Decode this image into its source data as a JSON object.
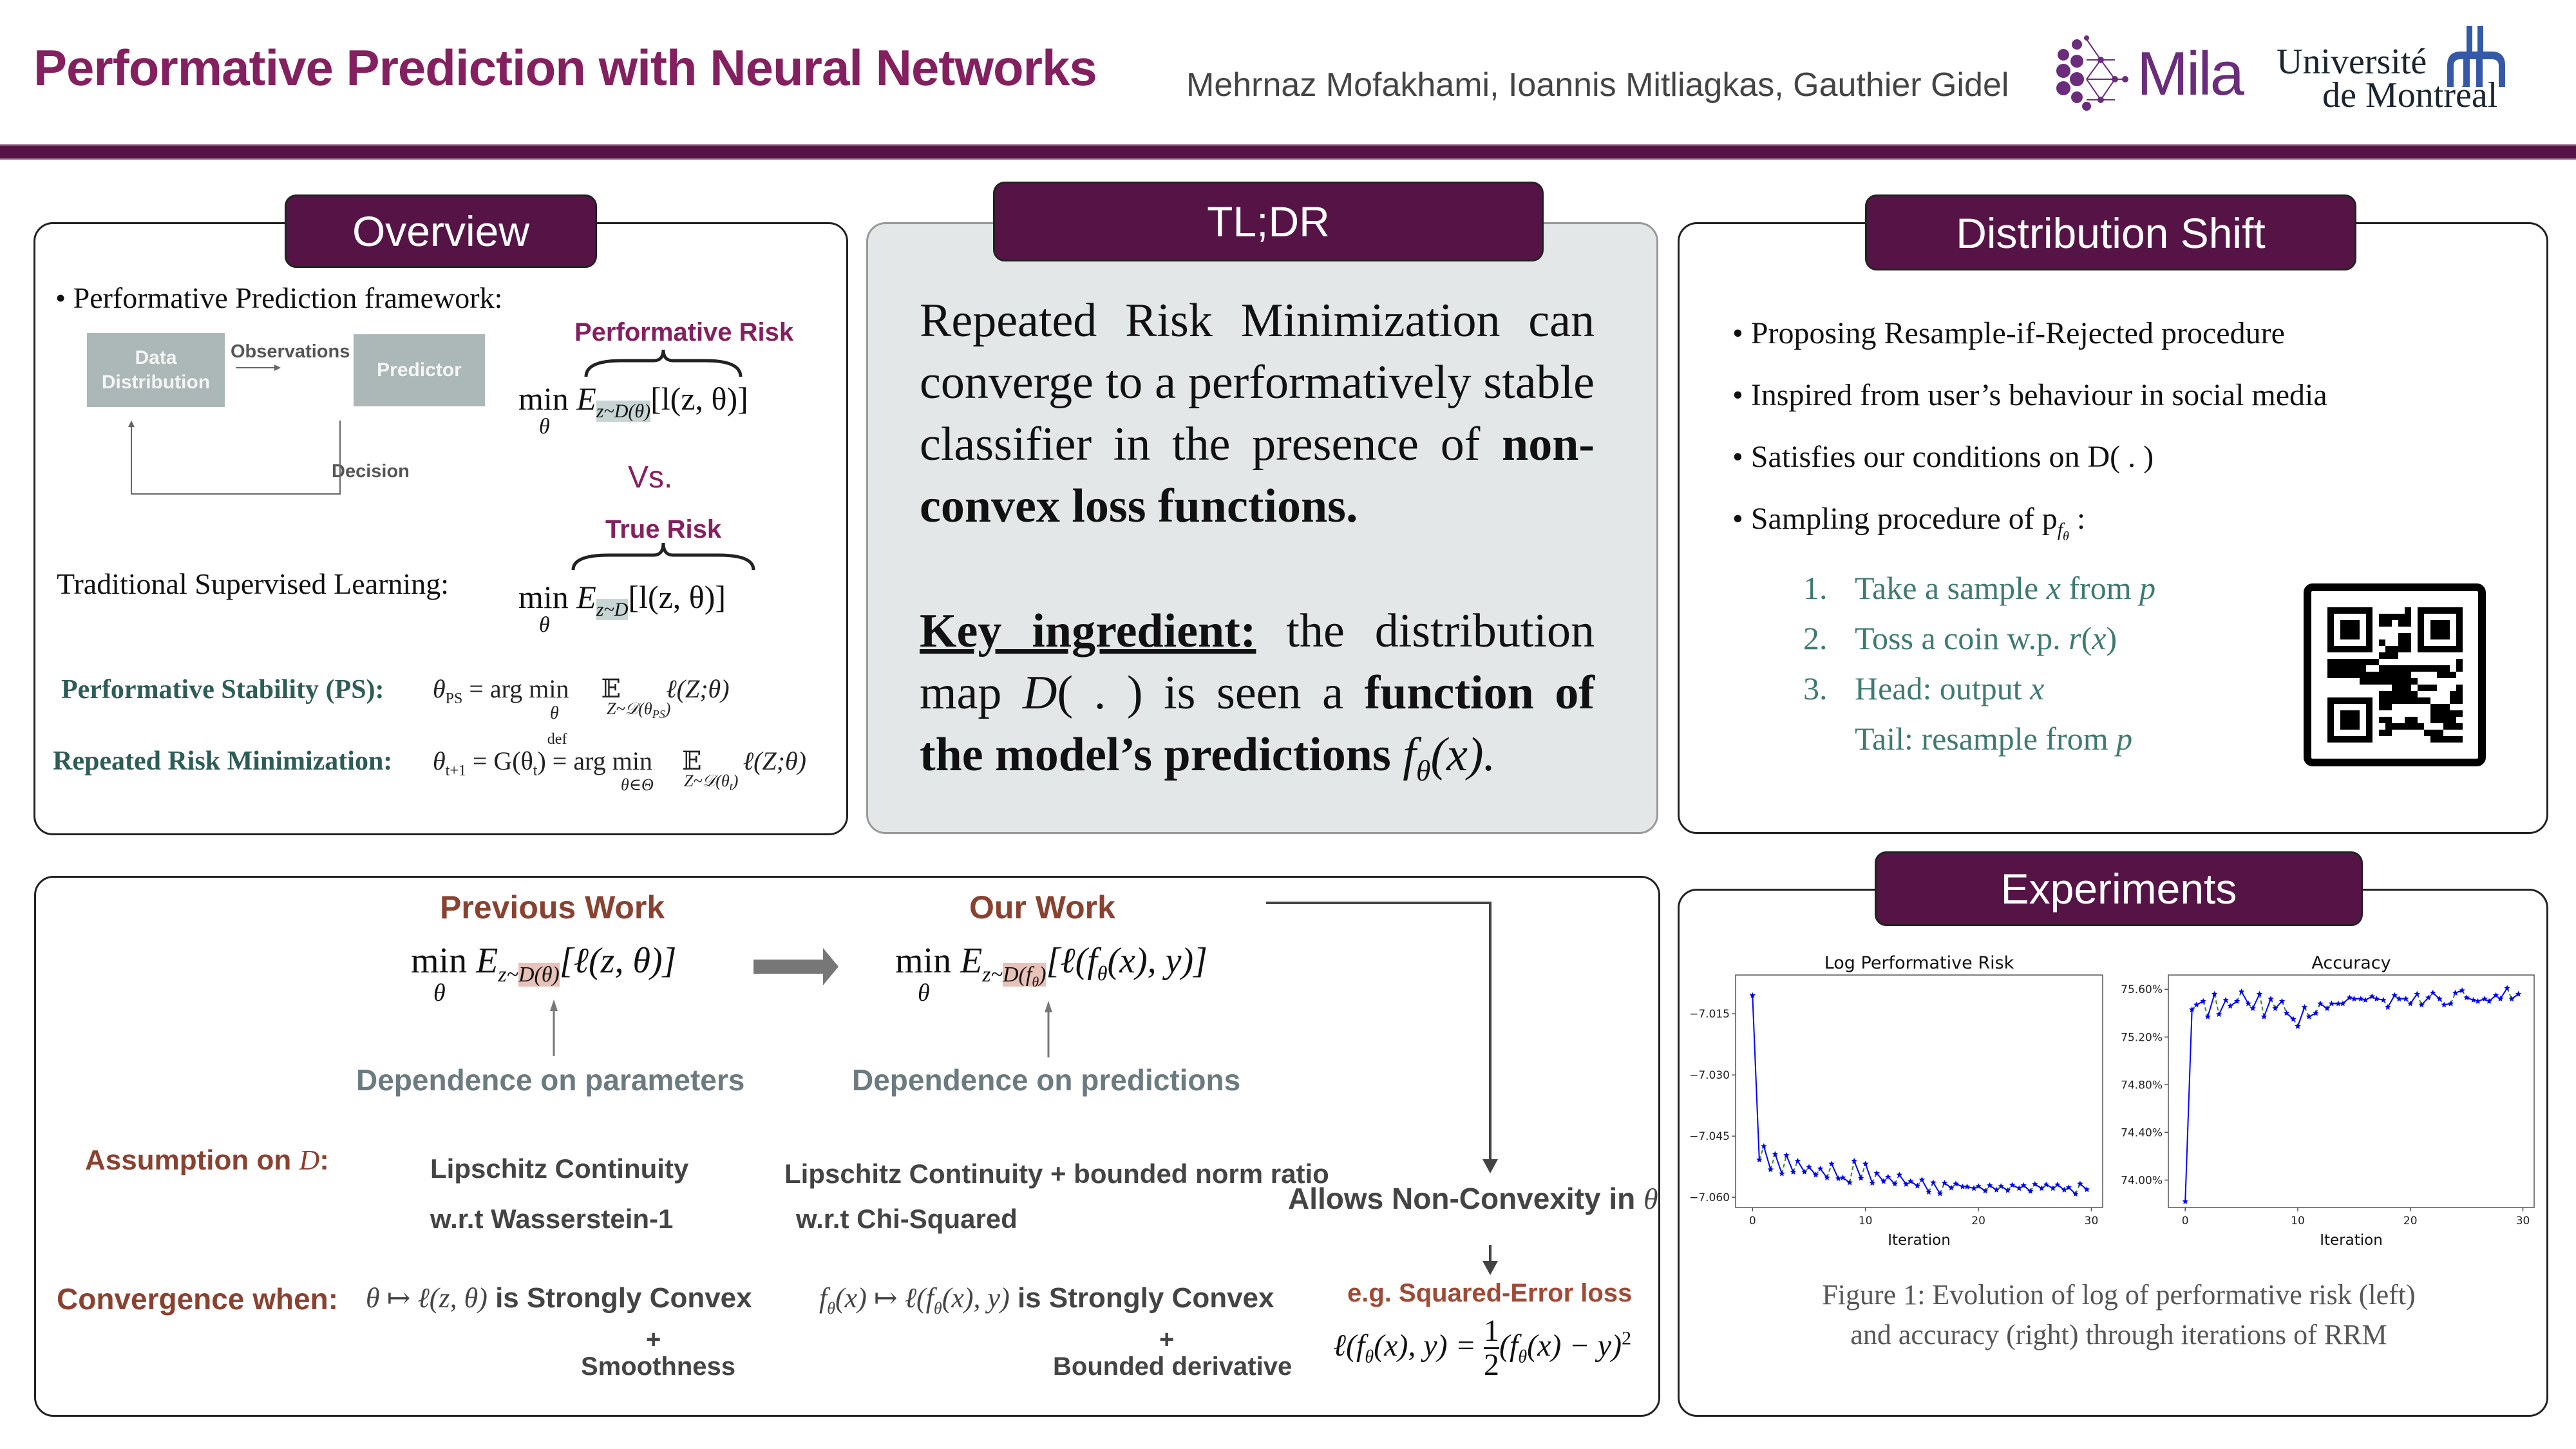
{
  "header": {
    "title": "Performative Prediction with Neural Networks",
    "authors": "Mehrnaz Mofakhami, Ioannis Mitliagkas, Gauthier Gidel",
    "logos": {
      "mila": "Mila",
      "udem_line1": "Université",
      "udem_line2": "de Montréal"
    },
    "colors": {
      "brand": "#561446",
      "title": "#84205f"
    }
  },
  "overview": {
    "heading": "Overview",
    "bullet1": "Performative Prediction framework:",
    "diagram": {
      "box1_line1": "Data",
      "box1_line2": "Distribution",
      "box2": "Predictor",
      "arrow_top": "Observations",
      "arrow_bottom": "Decision"
    },
    "performative_risk_label": "Performative Risk",
    "performative_formula": {
      "min": "min",
      "var": "θ",
      "E": "E",
      "sub": "z~D(θ)",
      "body": "[l(z, θ)]"
    },
    "vs": "Vs.",
    "true_risk_label": "True Risk",
    "traditional_label": "Traditional Supervised Learning:",
    "true_formula": {
      "min": "min",
      "var": "θ",
      "E": "E",
      "sub": "z~D",
      "body": "[l(z, θ)]"
    },
    "ps_label": "Performative Stability (PS):",
    "ps_formula": "θ_PS = arg min_θ  E_{Z~D(θ_PS)} ℓ(Z;θ)",
    "ps_parts": {
      "lhs": "θ",
      "lhs_sub": "PS",
      "eq": " = arg min ",
      "under": "θ",
      "E": "𝔼",
      "E_sub": "Z~𝒟(θ",
      "E_sub2": "PS",
      "E_close": ")",
      "rhs": "ℓ(Z;θ)"
    },
    "rrm_label": "Repeated Risk Minimization:",
    "rrm_parts": {
      "lhs": "θ",
      "lhs_sub": "t+1",
      "eq": " = G(θ",
      "eq_sub": "t",
      "eq_close": ")",
      "def": "def",
      "eq2": "=",
      "argmin": " arg min ",
      "under": "θ∈Θ",
      "E": "𝔼",
      "E_sub": "Z~𝒟(θ",
      "E_sub2": "t",
      "E_close": ")",
      "rhs": "ℓ(Z;θ)"
    }
  },
  "tldr": {
    "heading": "TL;DR",
    "para1_plain": "Repeated Risk Minimization can converge to a performatively stable classifier in the presence of ",
    "para1_bold": "non-convex loss functions.",
    "para2_key": "Key ingredient:",
    "para2_a": " the distribution map ",
    "para2_D": "D",
    "para2_b": "( . ) is seen a ",
    "para2_bold": "function of the model’s predictions ",
    "para2_f": "f",
    "para2_theta": "θ",
    "para2_x": "(x)."
  },
  "distribution_shift": {
    "heading": "Distribution Shift",
    "bullets": [
      "Proposing Resample-if-Rejected procedure",
      "Inspired from user’s behaviour in social media",
      "Satisfies our conditions on D( . )",
      "Sampling procedure of p"
    ],
    "bullet4_sub": "f",
    "bullet4_subsub": "θ",
    "bullet4_tail": " :",
    "steps": [
      {
        "num": "1.",
        "text": "Take a sample ",
        "var": "x",
        "text2": " from ",
        "var2": "p"
      },
      {
        "num": "2.",
        "text": "Toss a coin w.p. ",
        "var": "r",
        "text2": "(",
        "var2": "x",
        "text3": ")"
      },
      {
        "num": "3.",
        "text": "Head: output ",
        "var": "x"
      },
      {
        "num": "",
        "text": "Tail: resample from ",
        "var": "p"
      }
    ],
    "qr_label": "qr-code"
  },
  "comparison": {
    "previous_heading": "Previous Work",
    "our_heading": "Our Work",
    "prev_formula": {
      "min": "min",
      "var": "θ",
      "E": "E",
      "sub_z": "z~",
      "sub_hl": "D(θ)",
      "body": "[ℓ(z, θ)]"
    },
    "our_formula": {
      "min": "min",
      "var": "θ",
      "E": "E",
      "sub_z": "z~",
      "sub_hl": "D(f",
      "sub_hl2": "θ",
      "sub_hl3": ")",
      "body": "[ℓ(f",
      "body_sub": "θ",
      "body2": "(x), y)]"
    },
    "prev_dependence": "Dependence on parameters",
    "our_dependence": "Dependence on predictions",
    "assumption_label": "Assumption on ",
    "assumption_D": "D",
    "assumption_colon": ":",
    "prev_assumption_1": "Lipschitz Continuity",
    "prev_assumption_2": "w.r.t Wasserstein-1",
    "our_assumption_1": "Lipschitz Continuity + bounded norm ratio",
    "our_assumption_2": "w.r.t Chi-Squared",
    "convergence_label": "Convergence when:",
    "prev_conv_math": "θ ↦ ℓ(z, θ)",
    "prev_conv_text": " is Strongly Convex",
    "prev_plus": "+",
    "prev_extra": "Smoothness",
    "our_conv_math": "f",
    "our_conv_math_sub": "θ",
    "our_conv_math2": "(x) ↦ ℓ(f",
    "our_conv_math3": "(x), y)",
    "our_conv_text": " is Strongly Convex",
    "our_plus": "+",
    "our_extra": "Bounded derivative",
    "allows": "Allows Non-Convexity in ",
    "allows_theta": "θ",
    "example": "e.g. Squared-Error loss",
    "loss_lhs": "ℓ(f",
    "loss_lhs_sub": "θ",
    "loss_lhs2": "(x), y) = ",
    "loss_num": "1",
    "loss_den": "2",
    "loss_rhs": "(f",
    "loss_rhs_sub": "θ",
    "loss_rhs2": "(x) − y)",
    "loss_sup": "2"
  },
  "experiments": {
    "heading": "Experiments",
    "caption_line1": "Figure 1: Evolution of log of performative risk (left)",
    "caption_line2": "and accuracy (right) through iterations of RRM"
  },
  "chart_data": [
    {
      "type": "line",
      "title": "Log Performative Risk",
      "xlabel": "Iteration",
      "ylabel": "",
      "xlim": [
        -1.5,
        31
      ],
      "ylim": [
        -7.0625,
        -7.0055
      ],
      "xticks": [
        0,
        10,
        20,
        30
      ],
      "xtick_labels": [
        "0",
        "10",
        "20",
        "30"
      ],
      "yticks": [
        -7.015,
        -7.03,
        -7.045,
        -7.06
      ],
      "ytick_labels": [
        "−7.015",
        "−7.030",
        "−7.045",
        "−7.060"
      ],
      "grid": false,
      "series": [
        {
          "name": "RRM iterations",
          "color": "#0000ff",
          "style": "solid-with-green-dashed-jumps",
          "jump_color": "#3a8a1a",
          "x": [
            0,
            0.6,
            1,
            1.6,
            2,
            2.6,
            3,
            3.6,
            4,
            4.6,
            5,
            5.6,
            6,
            6.6,
            7,
            7.6,
            8,
            8.6,
            9,
            9.6,
            10,
            10.6,
            11,
            11.6,
            12,
            12.6,
            13,
            13.6,
            14,
            14.6,
            15,
            15.6,
            16,
            16.6,
            17,
            17.6,
            18,
            18.6,
            19,
            19.6,
            20,
            20.6,
            21,
            21.6,
            22,
            22.6,
            23,
            23.6,
            24,
            24.6,
            25,
            25.6,
            26,
            26.6,
            27,
            27.6,
            28,
            28.6,
            29,
            29.6
          ],
          "y": [
            -7.0105,
            -7.0508,
            -7.0475,
            -7.0532,
            -7.0494,
            -7.0542,
            -7.0497,
            -7.0538,
            -7.0511,
            -7.0538,
            -7.0526,
            -7.0545,
            -7.053,
            -7.0552,
            -7.0518,
            -7.0554,
            -7.0552,
            -7.0564,
            -7.0511,
            -7.0553,
            -7.0518,
            -7.0565,
            -7.0541,
            -7.0561,
            -7.055,
            -7.0567,
            -7.0545,
            -7.0568,
            -7.0561,
            -7.0572,
            -7.0557,
            -7.0587,
            -7.0564,
            -7.0591,
            -7.0565,
            -7.0577,
            -7.0567,
            -7.0574,
            -7.0574,
            -7.0578,
            -7.0573,
            -7.0584,
            -7.0571,
            -7.0582,
            -7.0573,
            -7.0583,
            -7.057,
            -7.0578,
            -7.0571,
            -7.0585,
            -7.0568,
            -7.0578,
            -7.0569,
            -7.0578,
            -7.0569,
            -7.0582,
            -7.0576,
            -7.0592,
            -7.0567,
            -7.0581
          ]
        }
      ]
    },
    {
      "type": "line",
      "title": "Accuracy",
      "xlabel": "Iteration",
      "ylabel": "",
      "xlim": [
        -1.5,
        31
      ],
      "ylim": [
        73.77,
        75.72
      ],
      "xticks": [
        0,
        10,
        20,
        30
      ],
      "xtick_labels": [
        "0",
        "10",
        "20",
        "30"
      ],
      "yticks": [
        75.6,
        75.2,
        74.8,
        74.4,
        74.0
      ],
      "ytick_labels": [
        "75.60%",
        "75.20%",
        "74.80%",
        "74.40%",
        "74.00%"
      ],
      "grid": false,
      "series": [
        {
          "name": "RRM iterations",
          "color": "#0000ff",
          "style": "solid-with-green-dashed-jumps",
          "jump_color": "#3a8a1a",
          "x": [
            0,
            0.6,
            1,
            1.6,
            2,
            2.6,
            3,
            3.6,
            4,
            4.6,
            5,
            5.6,
            6,
            6.6,
            7,
            7.6,
            8,
            8.6,
            9,
            9.6,
            10,
            10.6,
            11,
            11.6,
            12,
            12.6,
            13,
            13.6,
            14,
            14.6,
            15,
            15.6,
            16,
            16.6,
            17,
            17.6,
            18,
            18.6,
            19,
            19.6,
            20,
            20.6,
            21,
            21.6,
            22,
            22.6,
            23,
            23.6,
            24,
            24.6,
            25,
            25.6,
            26,
            26.6,
            27,
            27.6,
            28,
            28.6,
            29,
            29.6
          ],
          "y": [
            73.82,
            75.43,
            75.47,
            75.5,
            75.37,
            75.56,
            75.39,
            75.51,
            75.46,
            75.5,
            75.58,
            75.48,
            75.44,
            75.56,
            75.37,
            75.52,
            75.44,
            75.5,
            75.4,
            75.35,
            75.29,
            75.45,
            75.37,
            75.4,
            75.48,
            75.44,
            75.48,
            75.48,
            75.48,
            75.53,
            75.52,
            75.52,
            75.51,
            75.54,
            75.52,
            75.51,
            75.45,
            75.55,
            75.52,
            75.52,
            75.48,
            75.56,
            75.47,
            75.53,
            75.57,
            75.52,
            75.47,
            75.48,
            75.57,
            75.59,
            75.53,
            75.51,
            75.5,
            75.52,
            75.5,
            75.55,
            75.52,
            75.61,
            75.52,
            75.56
          ]
        }
      ]
    }
  ]
}
